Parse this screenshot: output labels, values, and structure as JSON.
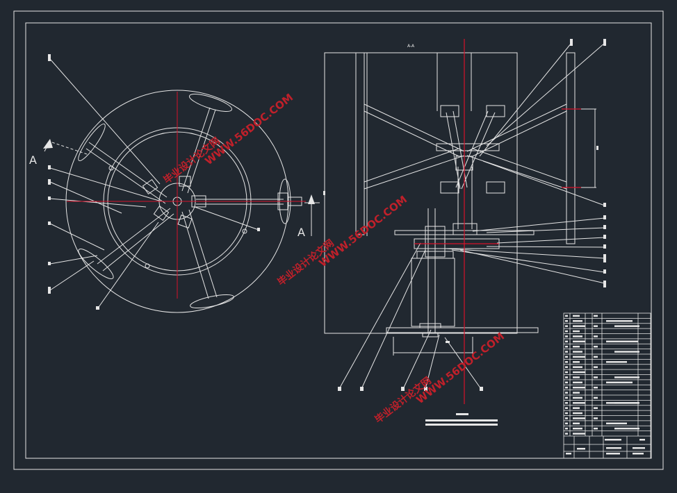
{
  "drawing": {
    "section_label_1": "A",
    "section_label_2": "A",
    "title_small": "A-A",
    "watermark_url": "WWW.56DOC.COM",
    "watermark_cn": "毕业设计论文网"
  },
  "colors": {
    "background": "#212830",
    "lines": "#e6e6e6",
    "centerline": "#d8122a",
    "watermark": "#c0202a"
  }
}
